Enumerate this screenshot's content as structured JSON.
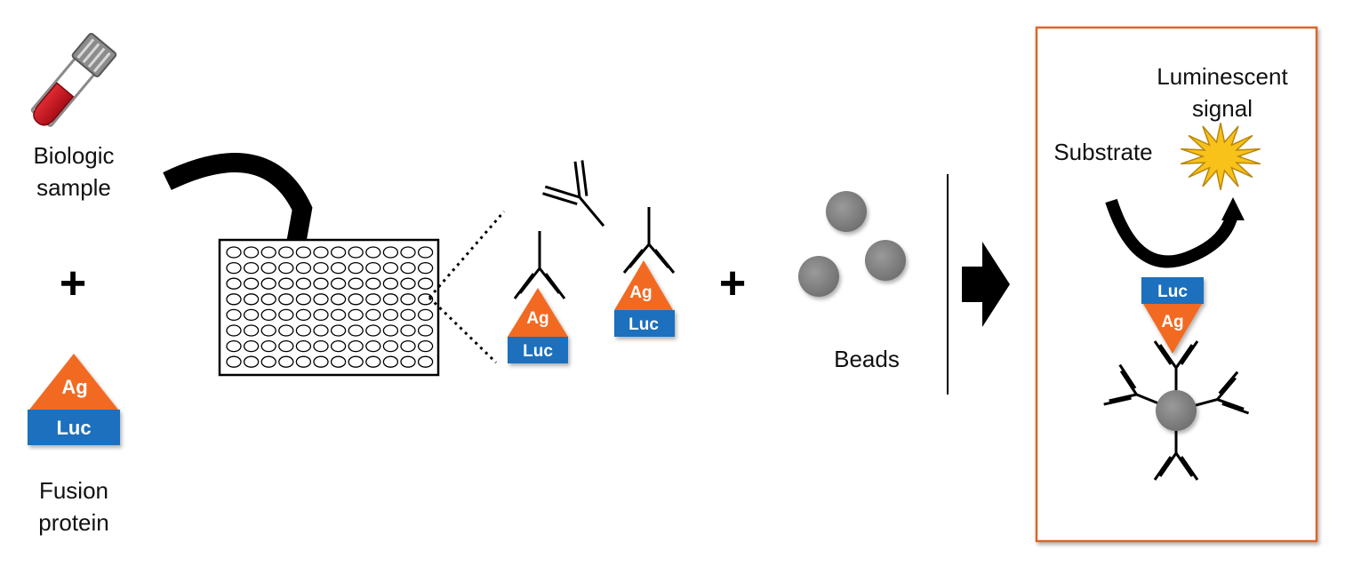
{
  "labels": {
    "biologic_sample": [
      "Biologic",
      "sample"
    ],
    "fusion_protein": [
      "Fusion",
      "protein"
    ],
    "beads": "Beads",
    "substrate": "Substrate",
    "luminescent_signal": [
      "Luminescent",
      "signal"
    ]
  },
  "plus_sign": "+",
  "tags": {
    "antigen": "Ag",
    "luciferase": "Luc"
  },
  "colors": {
    "antigen": "#f26b21",
    "luciferase": "#1a6fbd",
    "blood": "#c8151e",
    "tube_cap": "#8c8c8c",
    "bead": "#808080",
    "star_fill": "#f8c21a",
    "star_stroke": "#b8860b",
    "result_box_border": "#d9662a",
    "line": "#111111"
  },
  "plate": {
    "rows": 8,
    "columns": 12
  }
}
